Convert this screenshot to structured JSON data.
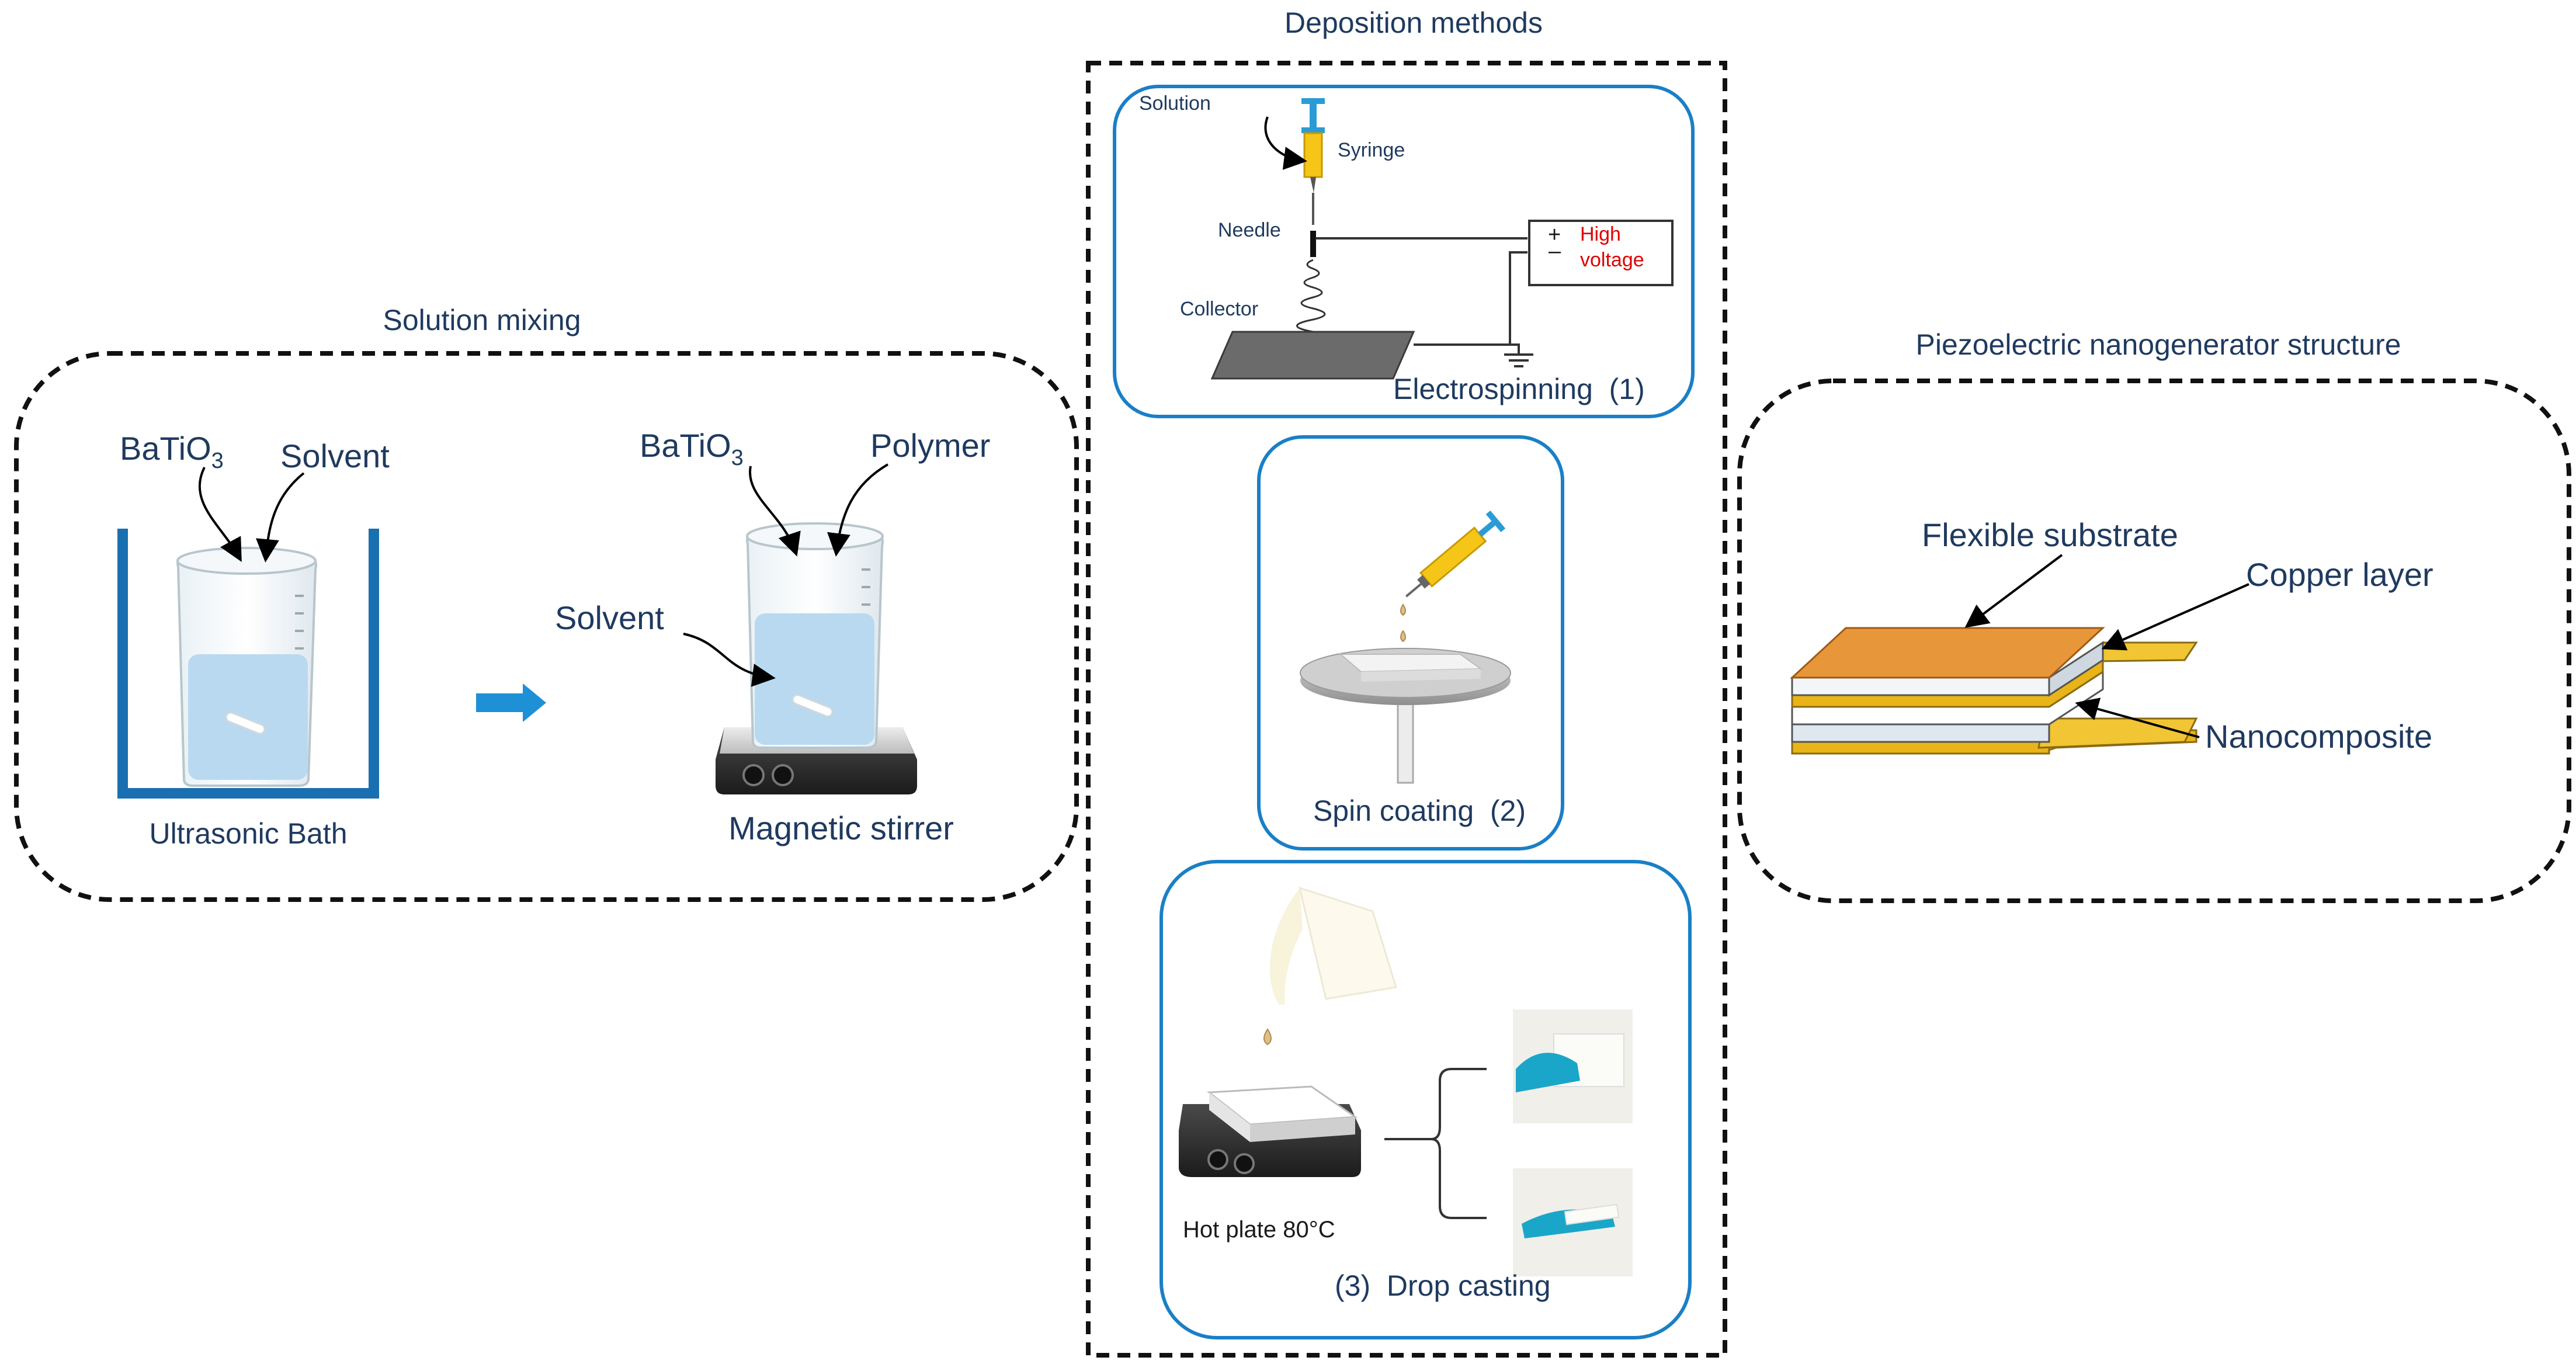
{
  "sections": {
    "solution_mixing": {
      "title": "Solution mixing",
      "bath": {
        "label_a": "BaTiO",
        "label_a_sub": "3",
        "label_b": "Solvent",
        "caption": "Ultrasonic Bath"
      },
      "stirrer": {
        "label_a": "BaTiO",
        "label_a_sub": "3",
        "label_b": "Polymer",
        "label_c": "Solvent",
        "caption": "Magnetic stirrer"
      }
    },
    "deposition": {
      "title": "Deposition methods",
      "electrospinning": {
        "solution": "Solution",
        "syringe": "Syringe",
        "needle": "Needle",
        "collector": "Collector",
        "hv_plus": "+",
        "hv_minus": "–",
        "hv_line1": "High",
        "hv_line2": "voltage",
        "caption": "Electrospinning  (1)"
      },
      "spin_coating": {
        "caption": "Spin coating  (2)"
      },
      "drop_casting": {
        "hot_plate": "Hot plate 80°C",
        "caption": "(3)  Drop casting"
      }
    },
    "structure": {
      "title": "Piezoelectric nanogenerator structure",
      "flexible_substrate": "Flexible substrate",
      "copper_layer": "Copper layer",
      "nanocomposite": "Nanocomposite"
    }
  },
  "colors": {
    "frame_blue": "#1a7fc6",
    "liquid_blue": "#b9d9f0",
    "arrow_blue": "#1e90d6",
    "copper_orange": "#e8963a",
    "gold": "#e8b418",
    "text_navy": "#1f3a5f",
    "red": "#e00000"
  }
}
